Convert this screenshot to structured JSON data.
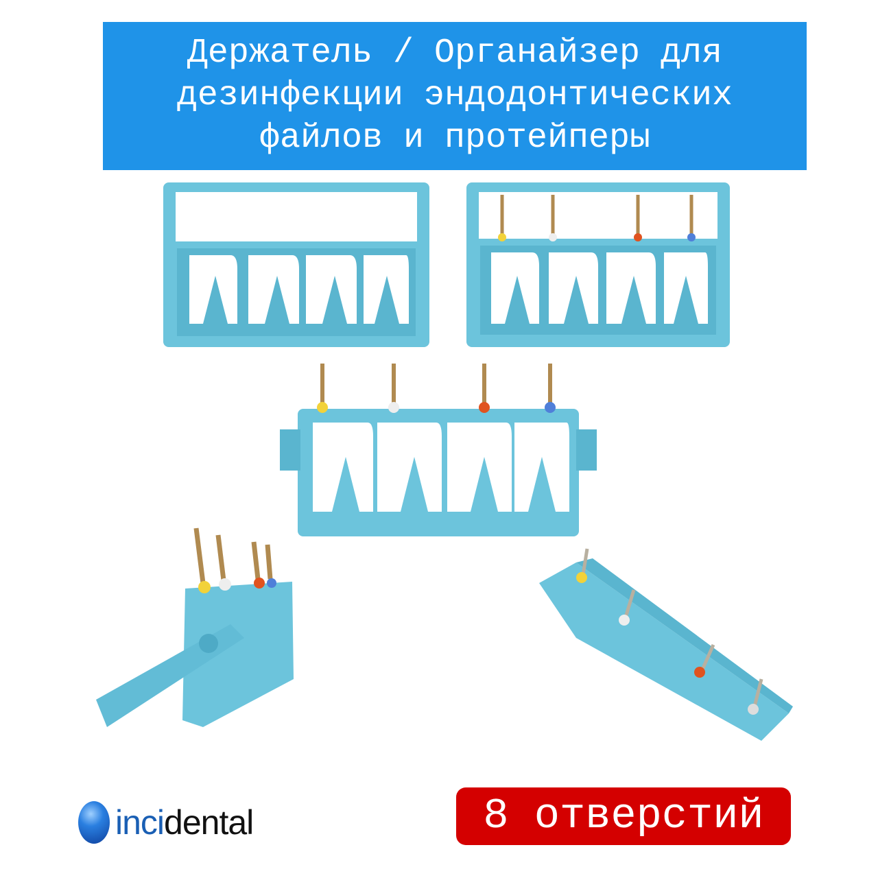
{
  "banner": {
    "lines": [
      "Держатель / Органайзер для",
      "дезинфекции эндодонтических",
      "файлов и протейперы"
    ],
    "color": "#1f93e8"
  },
  "products": {
    "plastic_color": "#6cc4dc"
  },
  "logo": {
    "part1": "inci",
    "part2": "dental",
    "text": "incidental"
  },
  "badge": {
    "label": "8 отверстий",
    "color": "#d40000"
  }
}
